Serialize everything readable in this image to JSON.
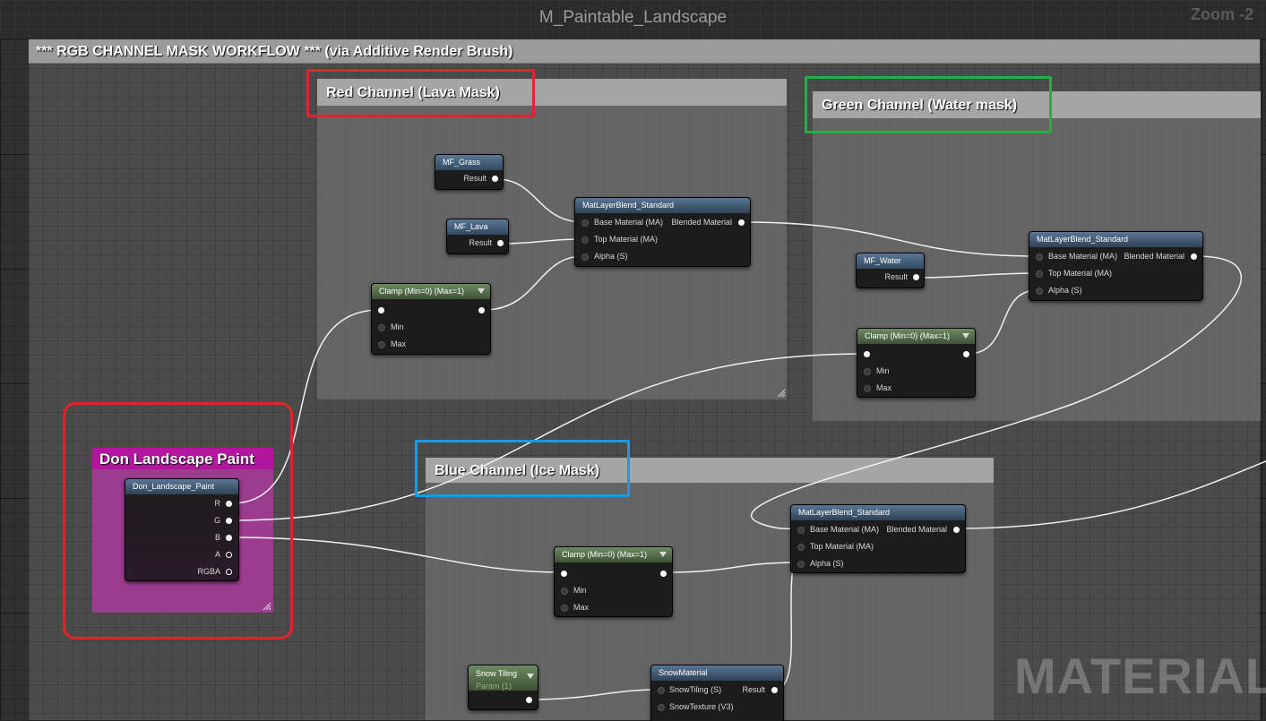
{
  "window": {
    "title": "M_Paintable_Landscape",
    "zoom": "Zoom -2"
  },
  "workflow_comment": "*** RGB CHANNEL MASK WORKFLOW *** (via Additive Render Brush)",
  "comments": {
    "red": "Red Channel (Lava Mask)",
    "green": "Green Channel (Water mask)",
    "blue": "Blue Channel (Ice Mask)",
    "paint": "Don Landscape Paint"
  },
  "highlight_colors": {
    "red": "#e0242a",
    "green": "#1fb04a",
    "blue": "#1a9be0",
    "paint_header": "#b0179e",
    "paint_body": "#9b3c8f"
  },
  "nodes": {
    "mf_grass": {
      "title": "MF_Grass",
      "out": "Result"
    },
    "mf_lava": {
      "title": "MF_Lava",
      "out": "Result"
    },
    "mf_water": {
      "title": "MF_Water",
      "out": "Result"
    },
    "blend_red": {
      "title": "MatLayerBlend_Standard",
      "base": "Base Material (MA)",
      "top": "Top Material (MA)",
      "alpha": "Alpha (S)",
      "out": "Blended Material"
    },
    "blend_green": {
      "title": "MatLayerBlend_Standard",
      "base": "Base Material (MA)",
      "top": "Top Material (MA)",
      "alpha": "Alpha (S)",
      "out": "Blended Material"
    },
    "blend_blue": {
      "title": "MatLayerBlend_Standard",
      "base": "Base Material (MA)",
      "top": "Top Material (MA)",
      "alpha": "Alpha (S)",
      "out": "Blended Material"
    },
    "clamp_red": {
      "title": "Clamp (Min=0) (Max=1)",
      "min": "Min",
      "max": "Max"
    },
    "clamp_green": {
      "title": "Clamp (Min=0) (Max=1)",
      "min": "Min",
      "max": "Max"
    },
    "clamp_blue": {
      "title": "Clamp (Min=0) (Max=1)",
      "min": "Min",
      "max": "Max"
    },
    "paint": {
      "title": "Don_Landscape_Paint",
      "r": "R",
      "g": "G",
      "b": "B",
      "a": "A",
      "rgba": "RGBA"
    },
    "snow_tiling": {
      "title": "Snow Tiling",
      "sub": "Param (1)"
    },
    "snow_material": {
      "title": "SnowMaterial",
      "in1": "SnowTiling (S)",
      "in2": "SnowTexture (V3)",
      "out": "Result"
    }
  },
  "watermark": "MATERIAL"
}
